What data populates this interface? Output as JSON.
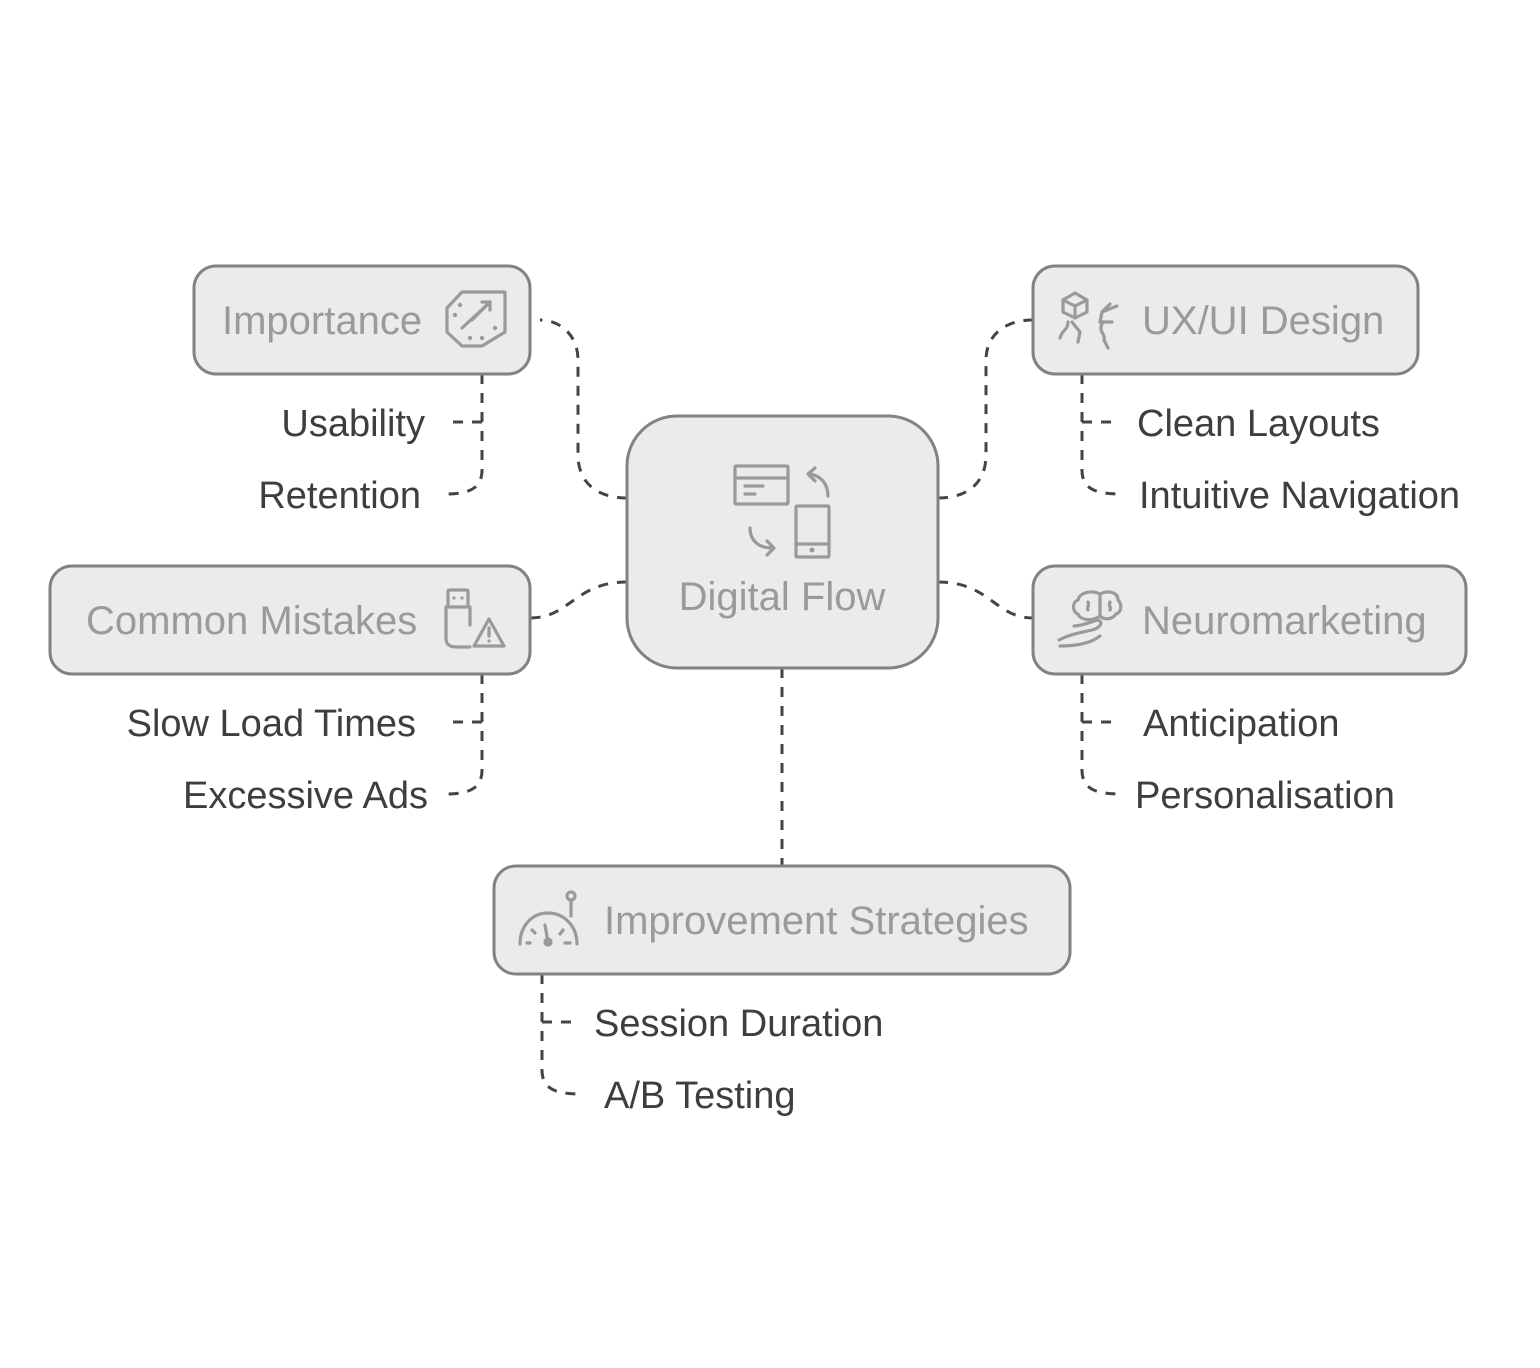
{
  "diagram": {
    "center": {
      "label": "Digital Flow",
      "icon": "device-sync-icon"
    },
    "branches": [
      {
        "label": "Importance",
        "icon": "circuit-arrow-icon",
        "children": [
          "Usability",
          "Retention"
        ]
      },
      {
        "label": "UX/UI Design",
        "icon": "people-design-icon",
        "children": [
          "Clean Layouts",
          "Intuitive Navigation"
        ]
      },
      {
        "label": "Common Mistakes",
        "icon": "usb-warning-icon",
        "children": [
          "Slow Load Times",
          "Excessive Ads"
        ]
      },
      {
        "label": "Neuromarketing",
        "icon": "brain-hand-icon",
        "children": [
          "Anticipation",
          "Personalisation"
        ]
      },
      {
        "label": "Improvement Strategies",
        "icon": "speedometer-icon",
        "children": [
          "Session Duration",
          "A/B Testing"
        ]
      }
    ]
  },
  "colors": {
    "node_fill": "#ebebeb",
    "node_border": "#828282",
    "node_text": "#9a9a9a",
    "leaf_text": "#3e3e3e",
    "connector": "#444444"
  }
}
